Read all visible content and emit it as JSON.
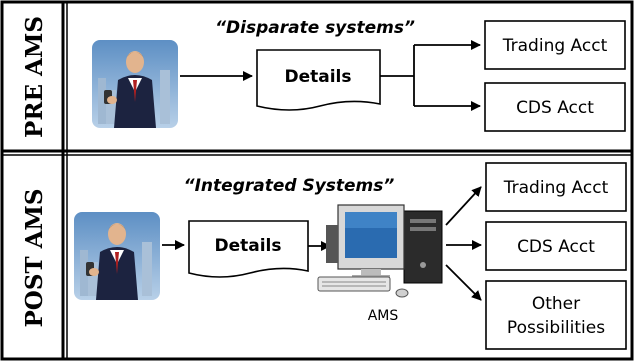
{
  "pre": {
    "side_label": "PRE AMS",
    "caption": "“Disparate systems”",
    "details_label": "Details",
    "targets": [
      "Trading Acct",
      "CDS Acct"
    ]
  },
  "post": {
    "side_label": "POST AMS",
    "caption": "“Integrated Systems”",
    "details_label": "Details",
    "computer_label": "AMS",
    "targets": [
      "Trading Acct",
      "CDS Acct",
      "Other",
      "Possibilities"
    ]
  },
  "colors": {
    "border": "#000000",
    "sky": "#8fb3d6",
    "suit": "#1c2340",
    "tie": "#b02020",
    "monitor_screen": "#2a6bb0"
  },
  "icons": [
    "businessman-icon",
    "computer-icon"
  ]
}
